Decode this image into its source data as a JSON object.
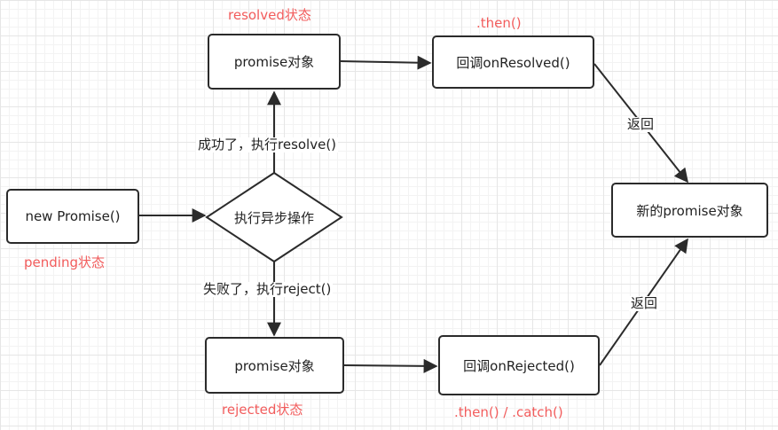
{
  "nodes": {
    "new_promise": "new Promise()",
    "async_op": "执行异步操作",
    "resolved_promise": "promise对象",
    "rejected_promise": "promise对象",
    "on_resolved": "回调onResolved()",
    "on_rejected": "回调onRejected()",
    "new_promise_object": "新的promise对象"
  },
  "labels": {
    "pending_state": "pending状态",
    "resolved_state": "resolved状态",
    "rejected_state": "rejected状态",
    "then": ".then()",
    "then_catch": ".then() / .catch()",
    "success": "成功了，执行resolve()",
    "failure": "失败了，执行reject()",
    "return_top": "返回",
    "return_bottom": "返回"
  },
  "colors": {
    "state_label": "#f25c5c",
    "stroke": "#2b2b2b"
  }
}
